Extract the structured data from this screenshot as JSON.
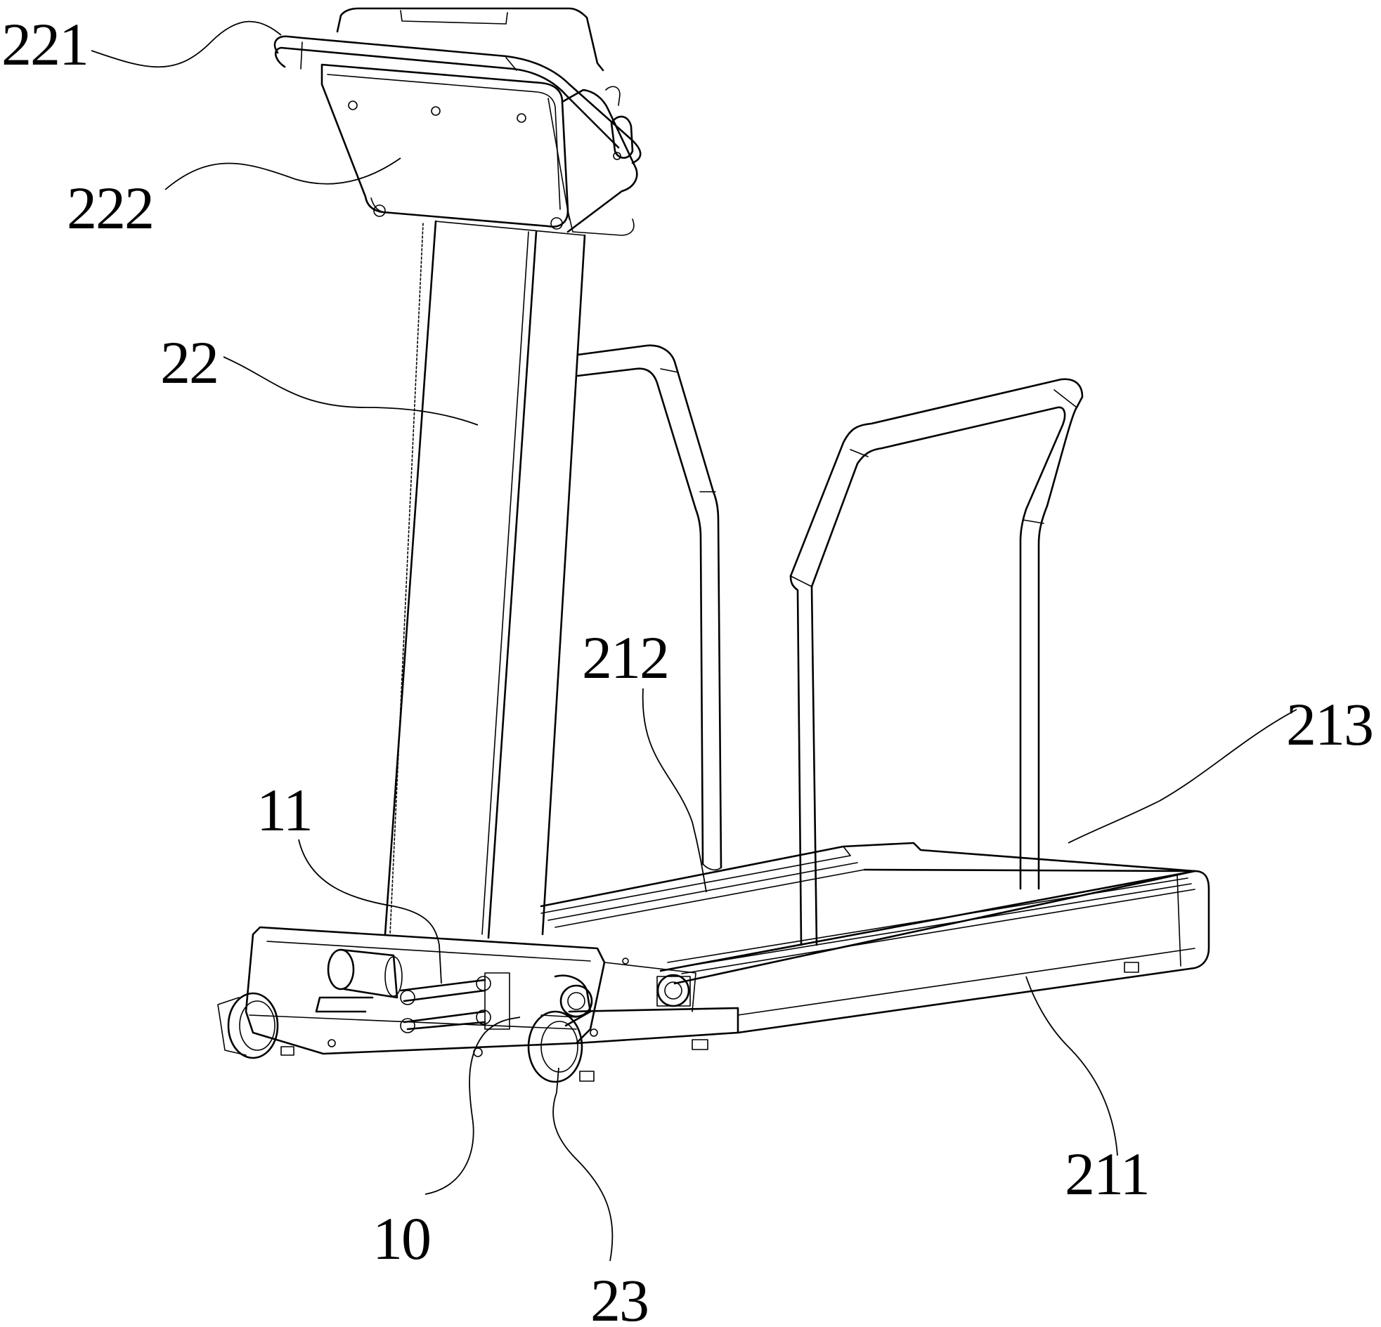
{
  "labels": {
    "l221": "221",
    "l222": "222",
    "l22": "22",
    "l212": "212",
    "l213": "213",
    "l11": "11",
    "l211": "211",
    "l10": "10",
    "l23": "23"
  }
}
